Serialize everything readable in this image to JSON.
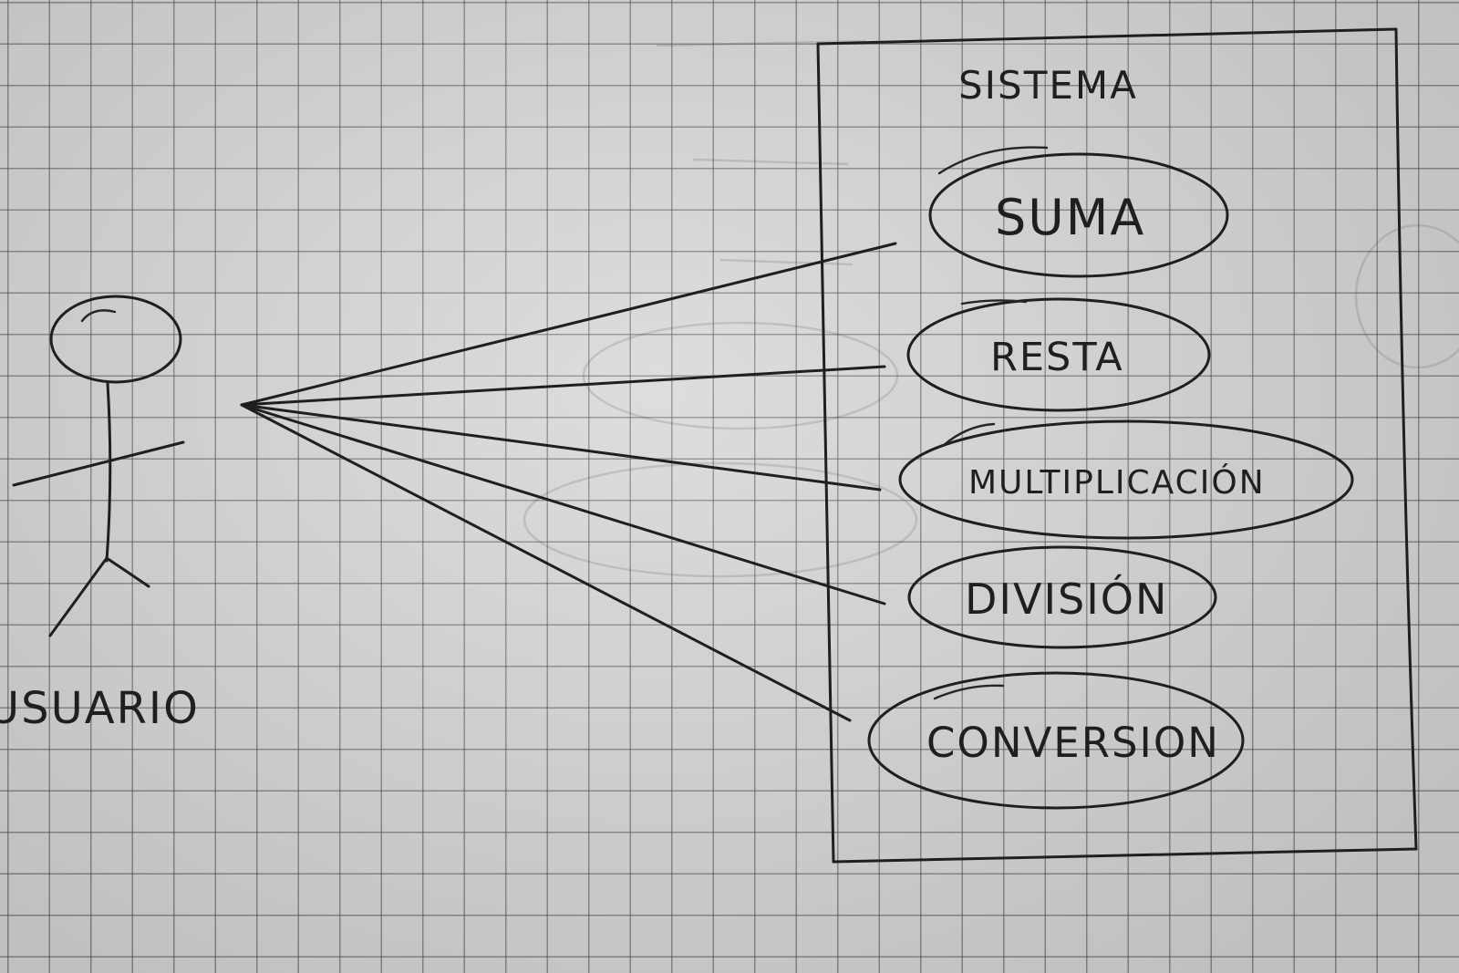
{
  "diagram": {
    "system": {
      "label": "SISTEMA"
    },
    "actor": {
      "label": "USUARIO"
    },
    "use_cases": [
      {
        "label": "SUMA"
      },
      {
        "label": "RESTA"
      },
      {
        "label": "MULTIPLICACIÓN"
      },
      {
        "label": "DIVISIÓN"
      },
      {
        "label": "CONVERSION"
      }
    ]
  },
  "colors": {
    "paper": "#d6d7d4",
    "grid": "#464646",
    "ink": "#1f1e22"
  }
}
